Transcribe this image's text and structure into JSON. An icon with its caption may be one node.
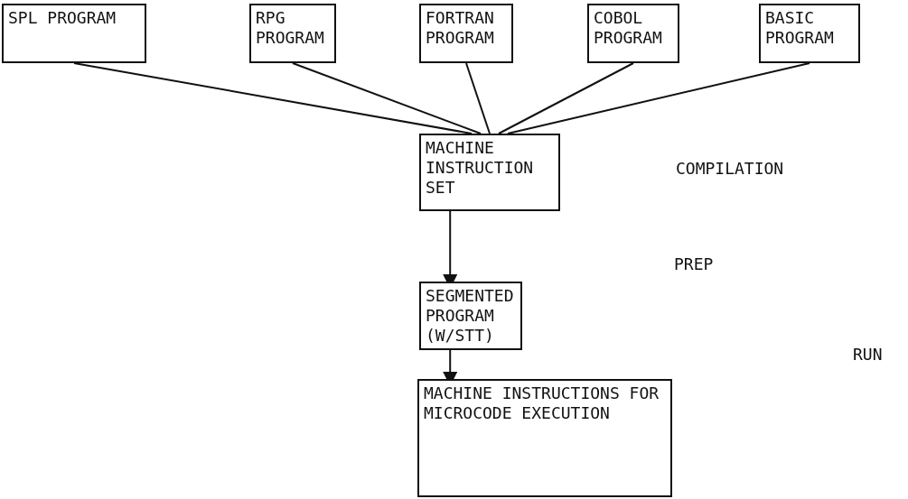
{
  "diagram": {
    "nodes": [
      {
        "text": [
          "SPL PROGRAM"
        ]
      },
      {
        "text": [
          "RPG PROGRAM"
        ]
      },
      {
        "text": [
          "FORTRAN PROGRAM"
        ]
      },
      {
        "text": [
          "COBOL PROGRAM"
        ]
      },
      {
        "text": [
          "BASIC PROGRAM"
        ]
      },
      {
        "text": [
          "MACHINE INSTRUCTION SET"
        ]
      },
      {
        "text": [
          "SEGMENTED PROGRAM (W/STT)"
        ]
      },
      {
        "text": [
          "MACHINE INSTRUCTIONS FOR MICROCODE EXECUTION"
        ]
      }
    ],
    "edges": [
      {
        "from": 0,
        "to": 5,
        "arrow": "none"
      },
      {
        "from": 1,
        "to": 5,
        "arrow": "none"
      },
      {
        "from": 2,
        "to": 5,
        "arrow": "none"
      },
      {
        "from": 3,
        "to": 5,
        "arrow": "none"
      },
      {
        "from": 4,
        "to": 5,
        "arrow": "none"
      },
      {
        "from": 5,
        "to": 6,
        "arrow": "to"
      },
      {
        "from": 6,
        "to": 7,
        "arrow": "to"
      }
    ],
    "labels": [
      "COMPILATION",
      "PREP",
      "RUN"
    ]
  }
}
